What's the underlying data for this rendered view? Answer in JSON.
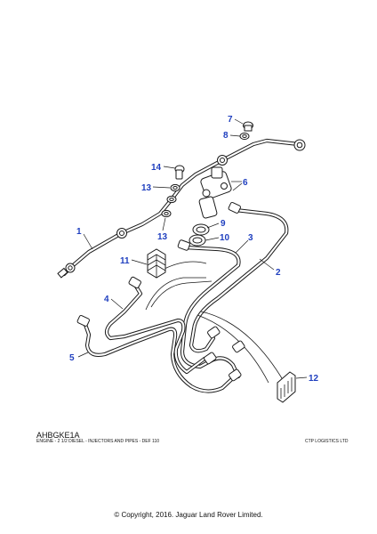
{
  "caption": {
    "ref_code": "AHBGKE1A",
    "subtitle": "ENGINE - 2 1/2 DIESEL - INJECTORS AND PIPES - DEF 110",
    "publisher": "CTP LOGISTICS LTD"
  },
  "footer": {
    "copyright": "© Copyright, 2016. Jaguar Land Rover Limited."
  },
  "callouts": {
    "c1": "1",
    "c2": "2",
    "c3": "3",
    "c4": "4",
    "c5": "5",
    "c6": "6",
    "c7": "7",
    "c8": "8",
    "c9": "9",
    "c10": "10",
    "c11": "11",
    "c12": "12",
    "c13a": "13",
    "c13b": "13",
    "c14": "14"
  },
  "colors": {
    "callout": "#1f3fbf",
    "line": "#1a1a1a"
  }
}
